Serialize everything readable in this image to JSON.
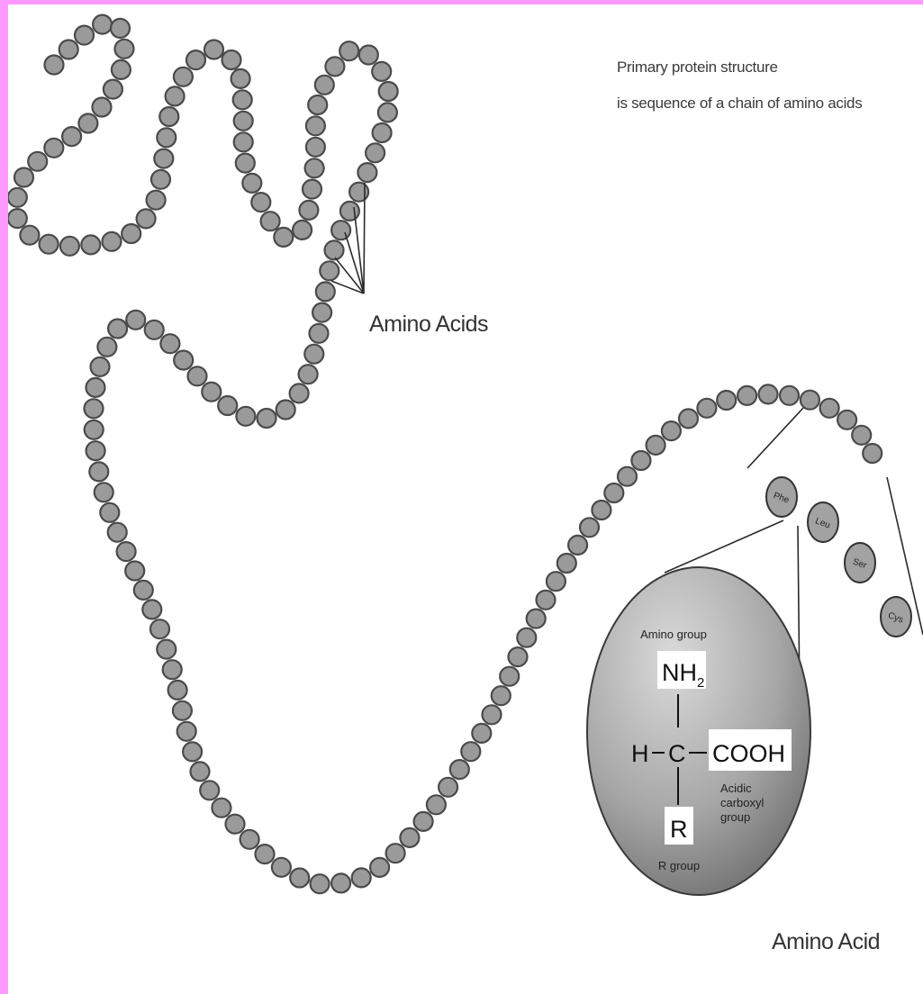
{
  "title": {
    "line1": "Primary protein structure",
    "line2": "is sequence of a chain of amino acids"
  },
  "labels": {
    "amino_acids": "Amino Acids",
    "amino_acid": "Amino Acid"
  },
  "residues": [
    "Phe",
    "Leu",
    "Ser",
    "Cys"
  ],
  "molecule": {
    "amino_group_caption": "Amino group",
    "amino_group": "NH",
    "amino_group_subscript": "2",
    "hydrogen": "H",
    "alpha_carbon": "C",
    "carboxyl_group": "COOH",
    "carboxyl_caption": [
      "Acidic",
      "carboxyl",
      "group"
    ],
    "r_group": "R",
    "r_group_caption": "R group"
  },
  "colors": {
    "frame": "#ff99ff",
    "bead_fill": "#9a9a9a",
    "bead_stroke": "#4a4a4a",
    "sphere_light": "#d0d0d0",
    "sphere_dark": "#6e6e6e"
  }
}
